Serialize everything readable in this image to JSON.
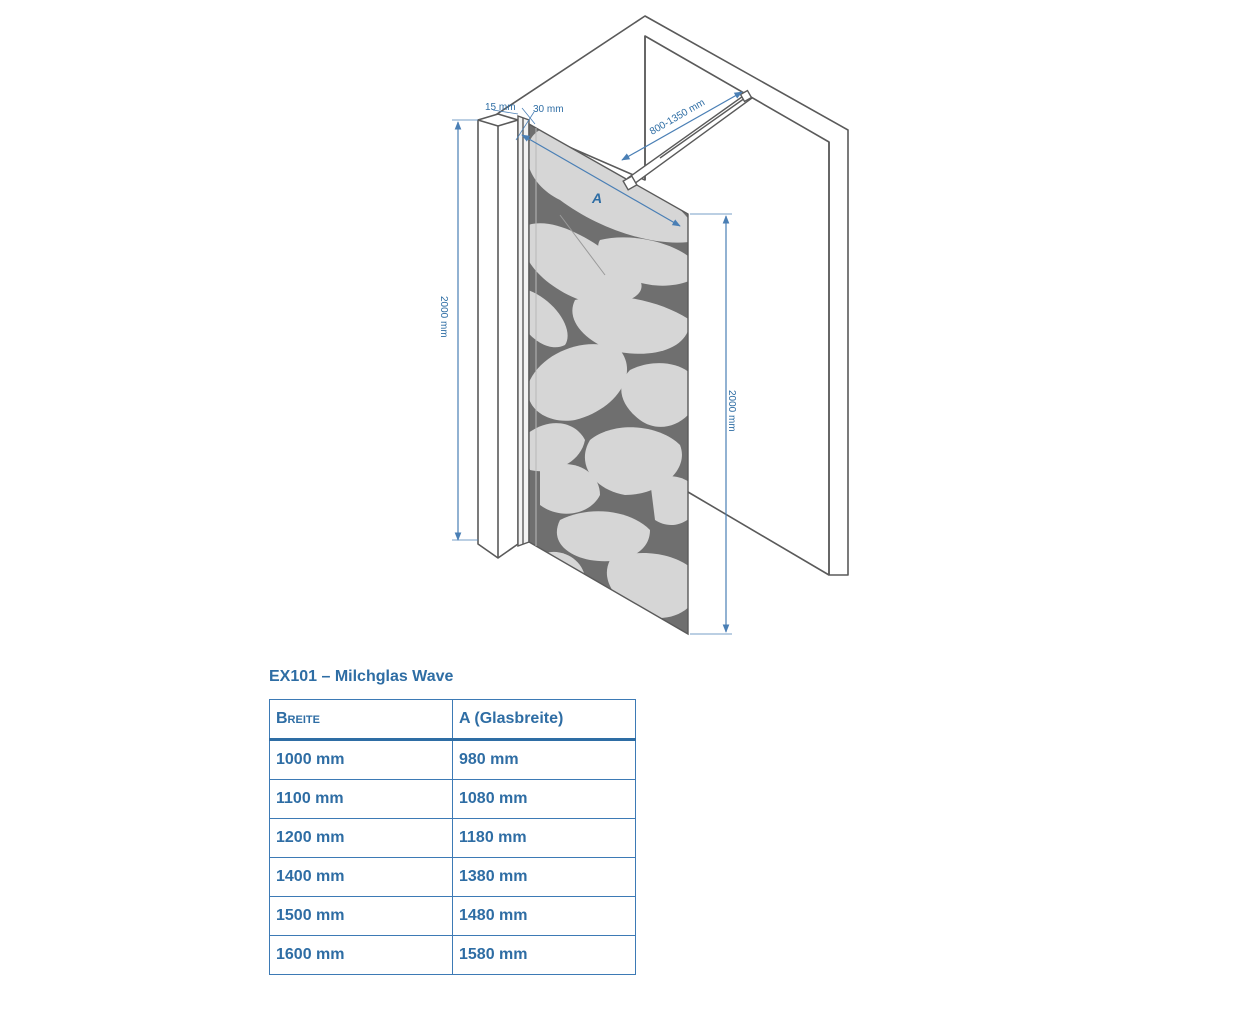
{
  "diagram": {
    "labels": {
      "wall_thickness": "15 mm",
      "profile_depth": "30 mm",
      "bar_length": "800-1350 mm",
      "glass_width_marker": "A",
      "left_height": "2000 mm",
      "right_height": "2000 mm"
    },
    "colors": {
      "outline": "#555555",
      "dimension": "#4a7fb5",
      "glass_pattern": "#8a8a8a",
      "glass_frost": "#d4d4d4"
    }
  },
  "table": {
    "title": "EX101 – Milchglas Wave",
    "headers": [
      "Breite",
      "A (Glasbreite)"
    ],
    "rows": [
      [
        "1000 mm",
        "980 mm"
      ],
      [
        "1100 mm",
        "1080 mm"
      ],
      [
        "1200 mm",
        "1180 mm"
      ],
      [
        "1400 mm",
        "1380 mm"
      ],
      [
        "1500 mm",
        "1480 mm"
      ],
      [
        "1600 mm",
        "1580 mm"
      ]
    ]
  }
}
